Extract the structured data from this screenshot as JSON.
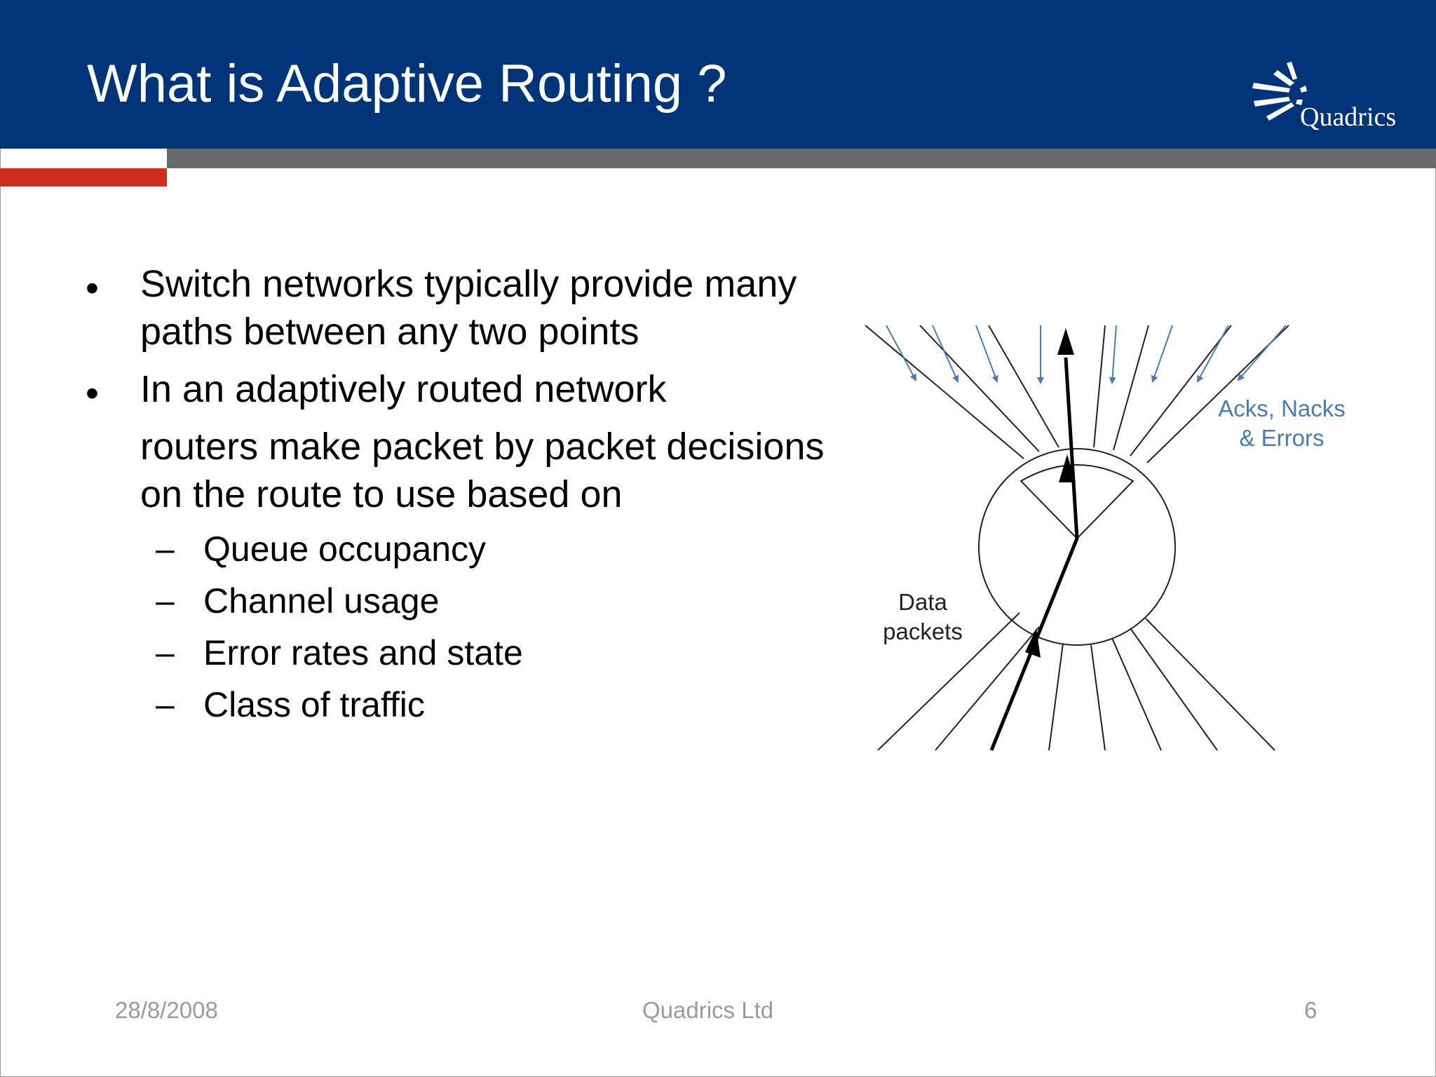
{
  "slide": {
    "title": "What is Adaptive Routing ?",
    "logo_text": "Quadrics"
  },
  "bullets": [
    {
      "lines": [
        "Switch networks typically provide many",
        "paths between any two points"
      ]
    },
    {
      "lines": [
        "In an adaptively routed network",
        "routers make packet by packet decisions",
        "on the route to use based on"
      ]
    }
  ],
  "sub_bullets": [
    "Queue occupancy",
    "Channel usage",
    "Error rates and state",
    "Class of traffic"
  ],
  "diagram": {
    "label_acks_line1": "Acks, Nacks",
    "label_acks_line2": "& Errors",
    "label_data_line1": "Data",
    "label_data_line2": "packets",
    "colors": {
      "ack_arrows": "#4a7ab8",
      "lines": "#000000",
      "label_acks": "#4a7ab8"
    }
  },
  "footer": {
    "date": "28/8/2008",
    "company": "Quadrics Ltd",
    "page": "6"
  },
  "colors": {
    "header": "#003478",
    "grey_bar": "#666b70",
    "red_bar": "#d12c1e"
  }
}
